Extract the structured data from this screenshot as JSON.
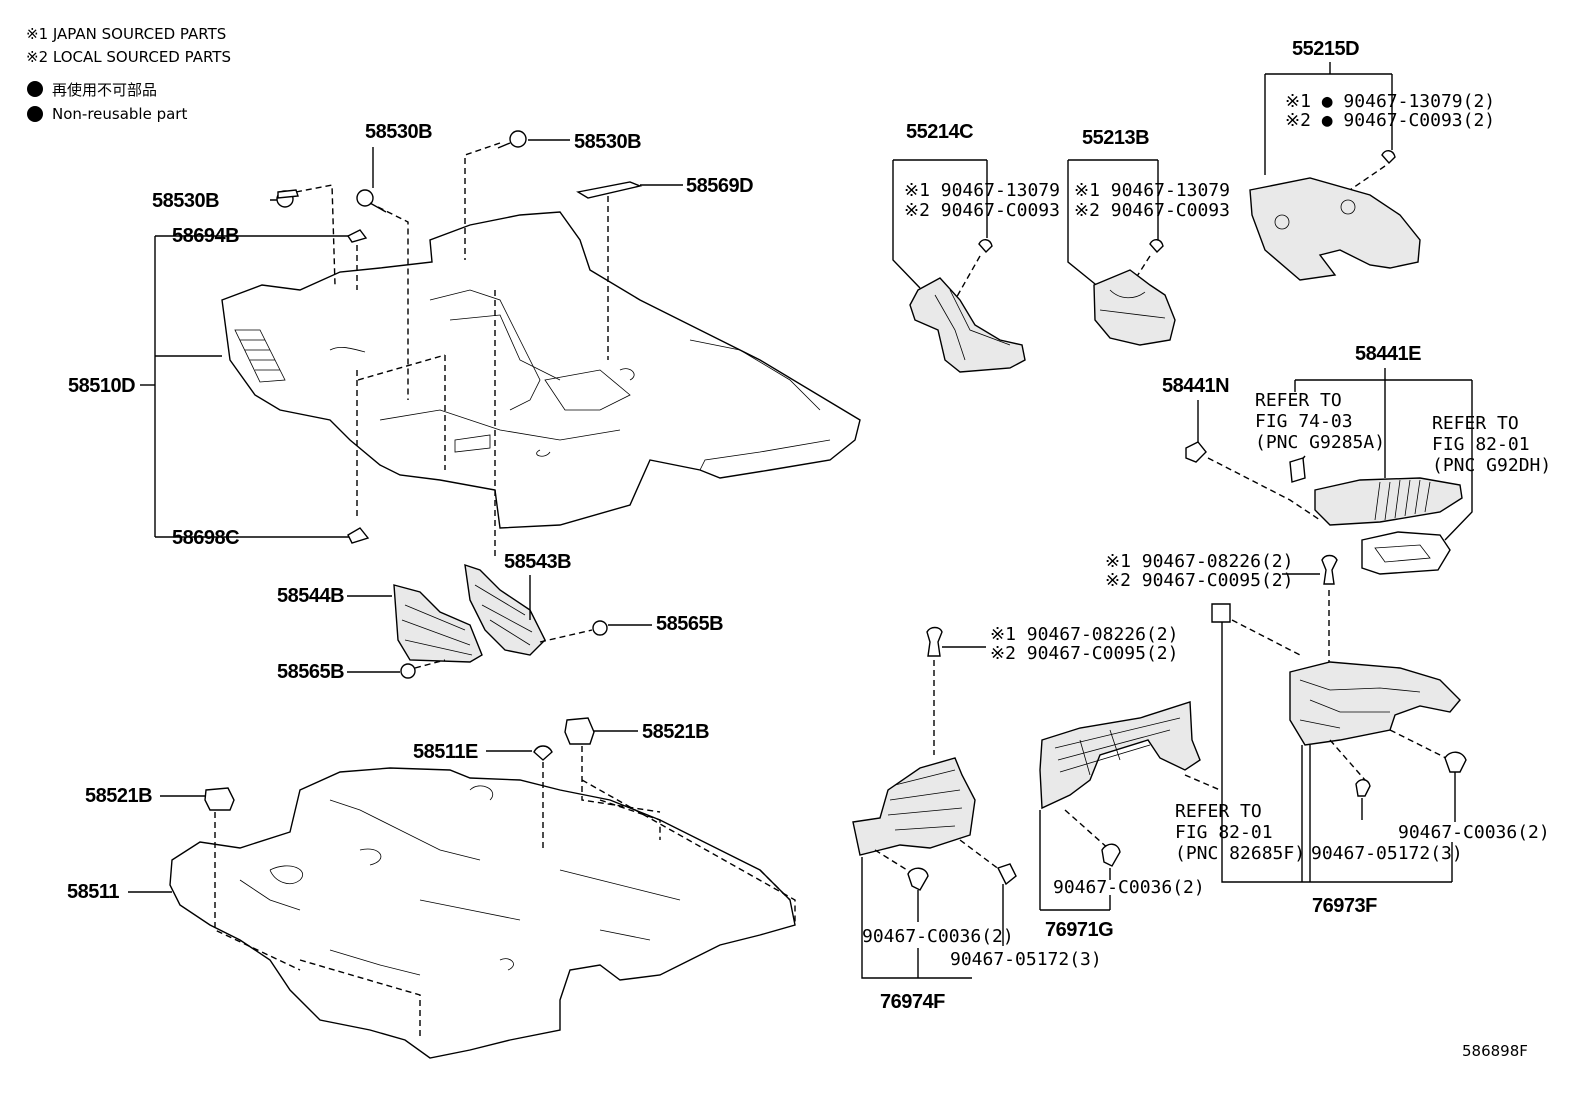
{
  "notes": {
    "n1": "※1 JAPAN SOURCED PARTS",
    "n2": "※2 LOCAL SOURCED PARTS",
    "n3": "再使用不可部品",
    "n4": "Non-reusable part"
  },
  "labels": {
    "p58530B_a": "58530B",
    "p58530B_b": "58530B",
    "p58530B_c": "58530B",
    "p58569D": "58569D",
    "p58694B": "58694B",
    "p58510D": "58510D",
    "p58698C": "58698C",
    "p58543B": "58543B",
    "p58544B": "58544B",
    "p58565B_a": "58565B",
    "p58565B_b": "58565B",
    "p58521B_a": "58521B",
    "p58521B_b": "58521B",
    "p58511E": "58511E",
    "p58511": "58511",
    "p55214C": "55214C",
    "p55213B": "55213B",
    "p55215D": "55215D",
    "p58441N": "58441N",
    "p58441E": "58441E",
    "p76974F": "76974F",
    "p76971G": "76971G",
    "p76973F": "76973F"
  },
  "callouts": {
    "c55214C_1": "※1 90467-13079",
    "c55214C_2": "※2 90467-C0093",
    "c55213B_1": "※1 90467-13079",
    "c55213B_2": "※2 90467-C0093",
    "c55215D_1": "※1 ● 90467-13079(2)",
    "c55215D_2": "※2 ● 90467-C0093(2)",
    "ref1_a": "REFER TO",
    "ref1_b": "FIG 74-03",
    "ref1_c": "(PNC G9285A)",
    "ref2_a": "REFER TO",
    "ref2_b": "FIG 82-01",
    "ref2_c": "(PNC G92DH)",
    "clip_r1": "※1 90467-08226(2)",
    "clip_r2": "※2 90467-C0095(2)",
    "clip_m1": "※1 90467-08226(2)",
    "clip_m2": "※2 90467-C0095(2)",
    "ref3_a": "REFER TO",
    "ref3_b": "FIG 82-01",
    "ref3_c": "(PNC 82685F)",
    "f_c0036_r": "90467-C0036(2)",
    "f_05172_r": "90467-05172(3)",
    "f_c0036_m": "90467-C0036(2)",
    "f_c0036_l": "90467-C0036(2)",
    "f_05172_l": "90467-05172(3)"
  },
  "figure_id": "586898F"
}
